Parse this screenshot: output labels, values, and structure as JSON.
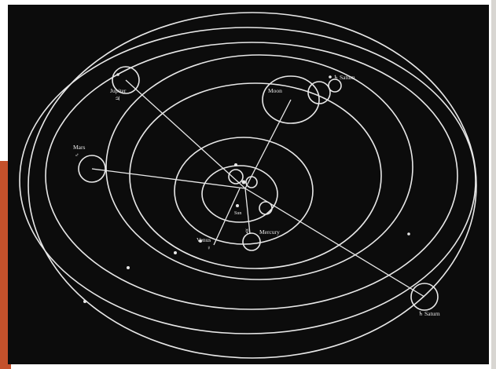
{
  "diagram": {
    "colors": {
      "background": "#0c0c0c",
      "lines": "#e8e8e8",
      "accent": "#c4512b",
      "page": "#ffffff"
    },
    "labels": {
      "jupiter": "Jupiter",
      "mars": "Mars",
      "saturn": "Saturn",
      "venus": "Venus",
      "mercury": "Mercury",
      "sun": "Sun",
      "moon": "Moon",
      "saturn_symbol": "♄",
      "jupiter_symbol": "♃",
      "mars_symbol": "♂",
      "venus_symbol": "♀",
      "mercury_symbol": "☿"
    }
  }
}
